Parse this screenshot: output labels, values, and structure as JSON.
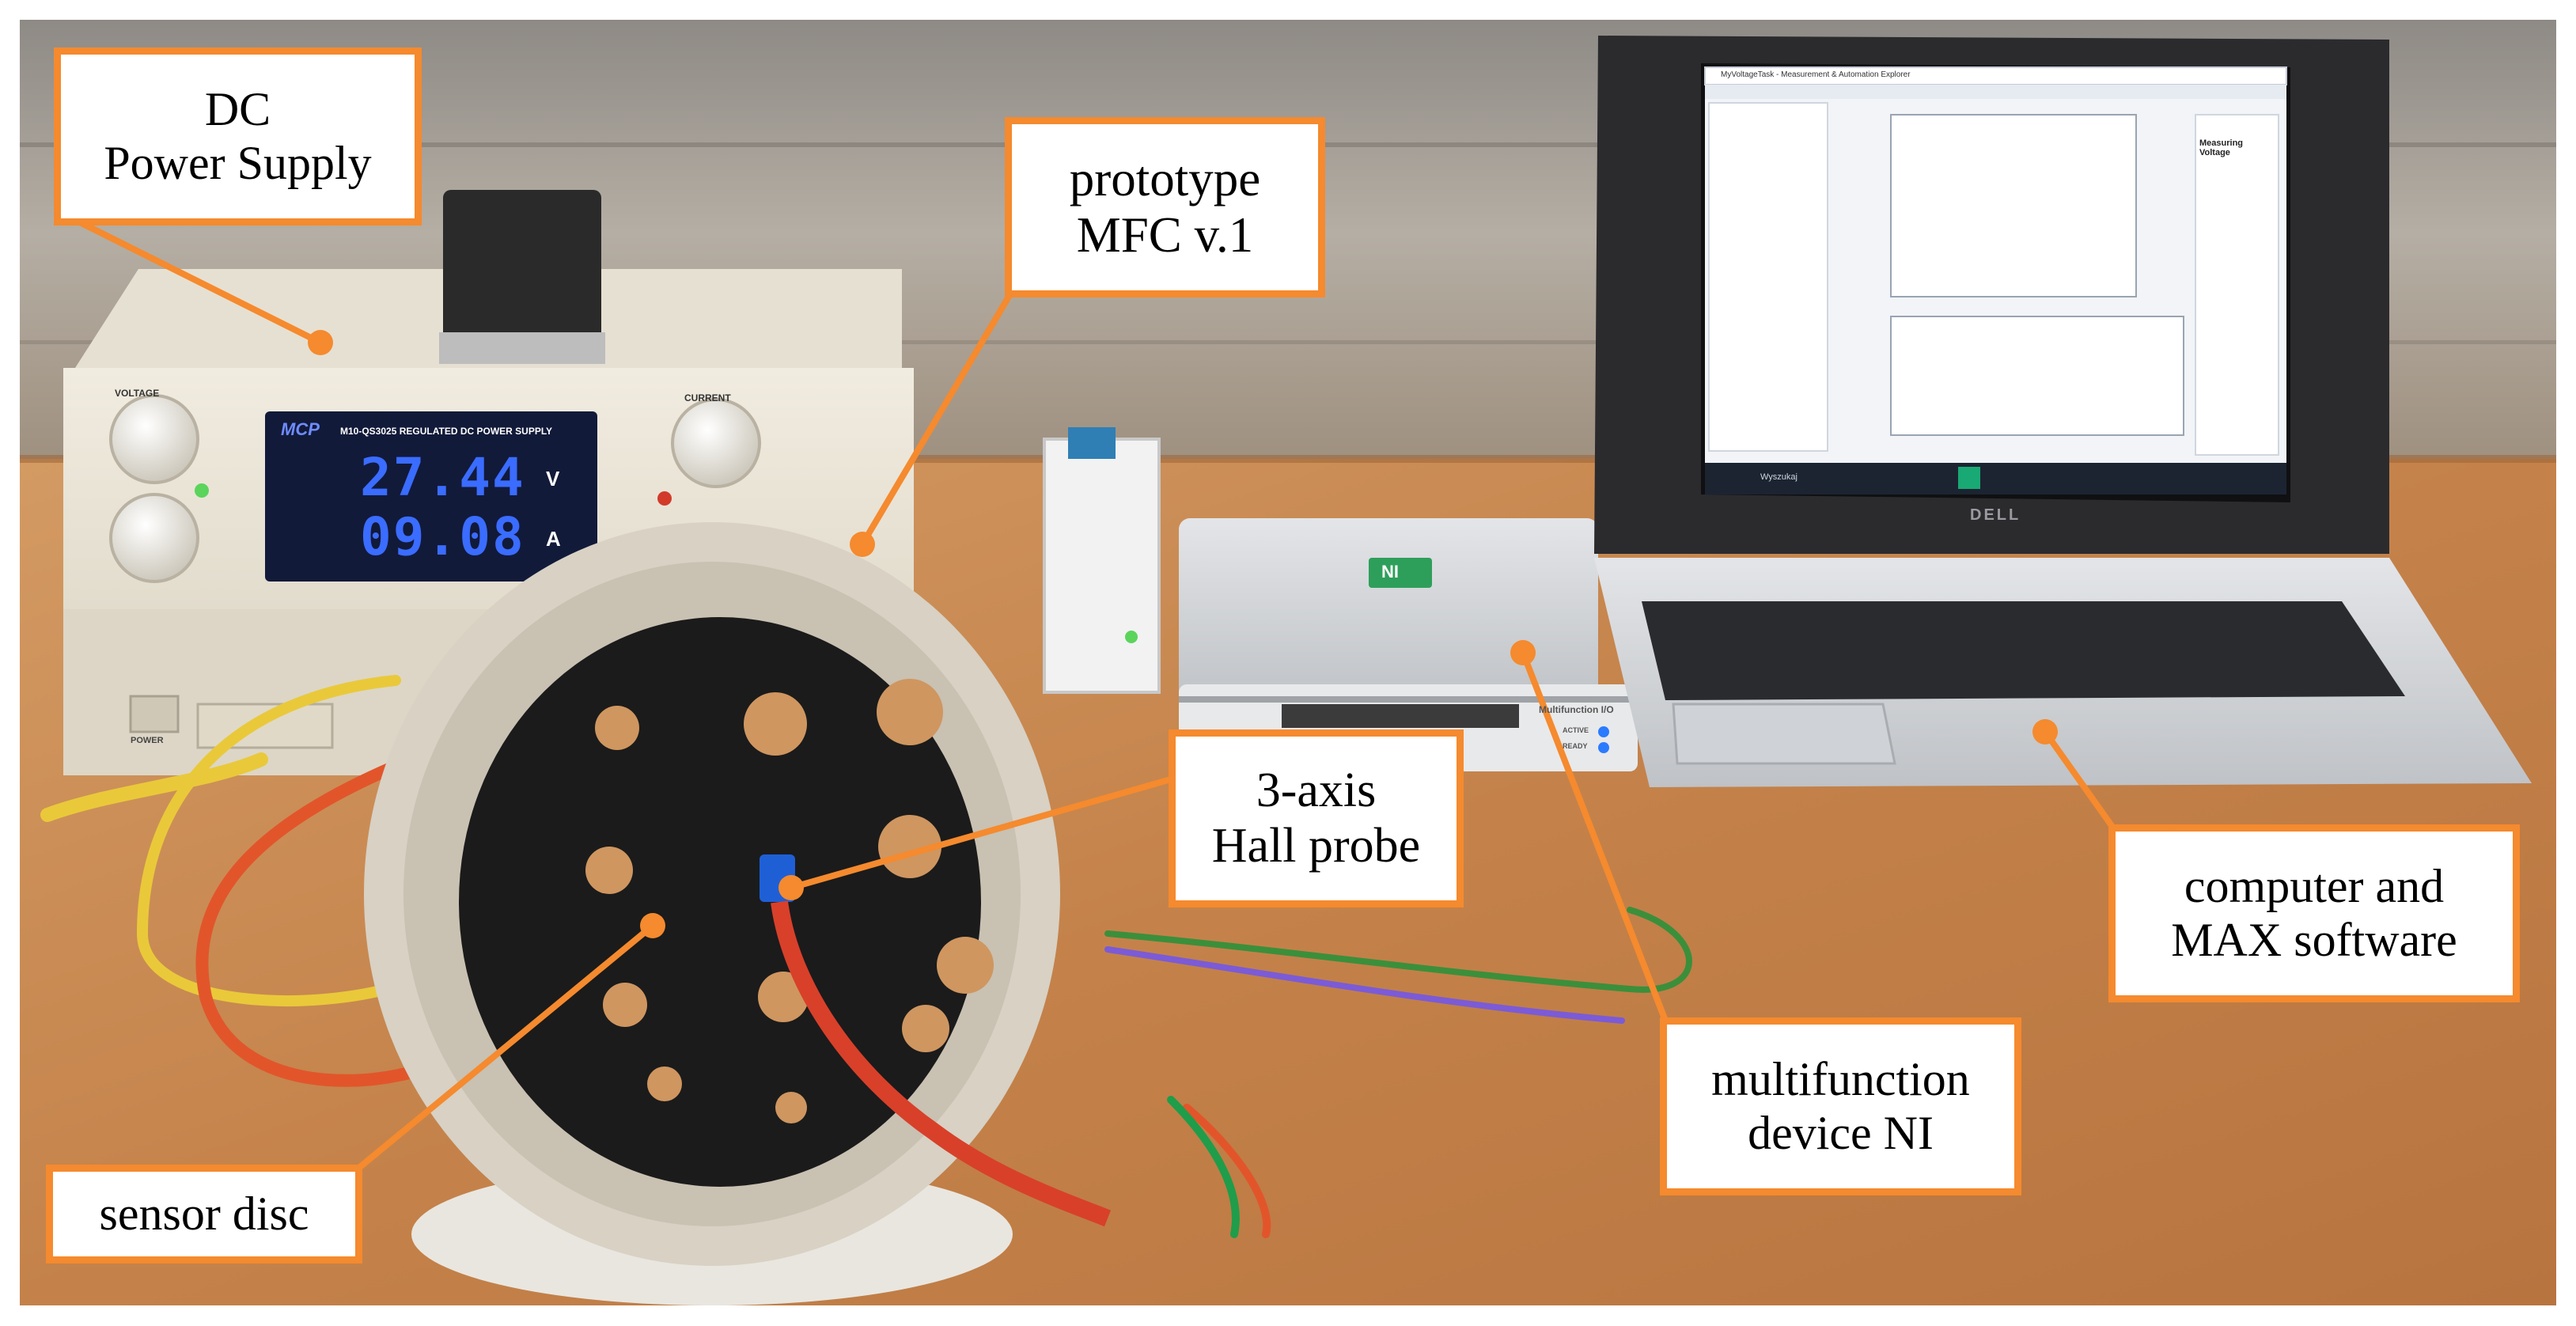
{
  "palette": {
    "callout_border": "#f58a2e",
    "callout_line": "#f58a2e",
    "callout_dot": "#f58a2e",
    "wall": "#a8a29a",
    "desk": "#c98a52",
    "power_supply_body": "#e9e3d4",
    "ps_display_bg": "#121a3a",
    "ps_digits": "#3a6cff",
    "disc": "#1b1b1b",
    "coil_wrap": "#dcd6cb",
    "ni_device": "#ecedef",
    "laptop_dark": "#2b2b2e",
    "laptop_silver": "#d2d4d7",
    "screen_ui_bg": "#f2f4f7",
    "probe_blue": "#1f5fd6",
    "cable_red": "#e2552a",
    "cable_yellow": "#e9c93a"
  },
  "labels": {
    "dc_power_supply": [
      "DC",
      "Power Supply"
    ],
    "prototype": [
      "prototype",
      "MFC v.1"
    ],
    "hall_probe": [
      "3-axis",
      "Hall probe"
    ],
    "computer": [
      "computer and",
      "MAX software"
    ],
    "multifunction": [
      "multifunction",
      "device NI"
    ],
    "sensor_disc": [
      "sensor disc"
    ]
  },
  "power_supply": {
    "voltage_knob_label": "VOLTAGE",
    "current_knob_label": "CURRENT",
    "brand": "MCP",
    "model": "M10-QS3025  REGULATED DC POWER SUPPLY",
    "voltage_reading": "27.44",
    "voltage_unit": "V",
    "current_reading": "09.08",
    "current_unit": "A",
    "power_label": "POWER"
  },
  "ni_device": {
    "logo": "NI",
    "name": "Multifunction I/O",
    "status_active": "ACTIVE",
    "status_ready": "READY"
  },
  "laptop": {
    "brand": "DELL",
    "app_title": "MyVoltageTask - Measurement & Automation Explorer",
    "panel_title": "Measuring Voltage",
    "taskbar_search": "Wyszukaj"
  }
}
